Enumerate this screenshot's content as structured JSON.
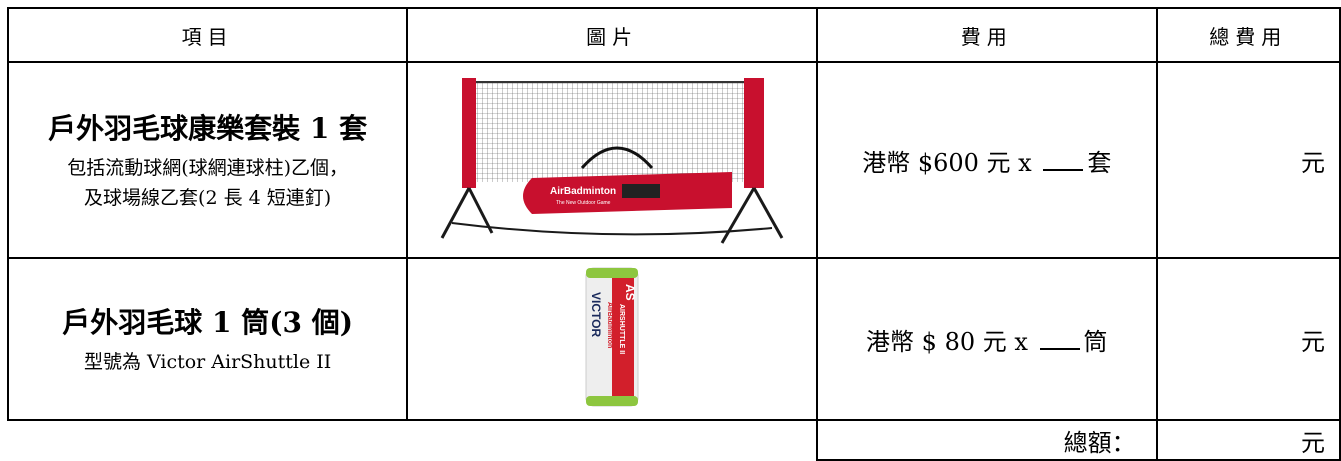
{
  "header": {
    "col_item": "項目",
    "col_picture": "圖片",
    "col_fee": "費用",
    "col_total": "總費用"
  },
  "rows": [
    {
      "name": "戶外羽毛球康樂套裝 1 套",
      "desc_line1": "包括流動球網(球網連球柱)乙個，",
      "desc_line2": "及球場線乙套(2 長 4 短連釘)",
      "fee_prefix": "港幣 $600 元 x",
      "fee_unit": "套",
      "total_unit": "元",
      "image_brand": "AirBadminton",
      "image_caption": "The New Outdoor Game"
    },
    {
      "name": "戶外羽毛球 1 筒(3 個)",
      "desc_line1": "型號為 Victor AirShuttle II",
      "fee_prefix": "港幣 $ 80 元 x",
      "fee_unit": "筒",
      "total_unit": "元",
      "tube_logo": "AS",
      "tube_brand": "AirBadminton",
      "tube_product": "AIRSHUTTLE II",
      "tube_maker": "VICTOR"
    }
  ],
  "summary": {
    "label": "總額：",
    "unit": "元"
  },
  "colors": {
    "net_red": "#c8102e",
    "tube_red": "#d21f2b",
    "tube_green": "#8dc63f",
    "frame_black": "#1a1a1a"
  }
}
